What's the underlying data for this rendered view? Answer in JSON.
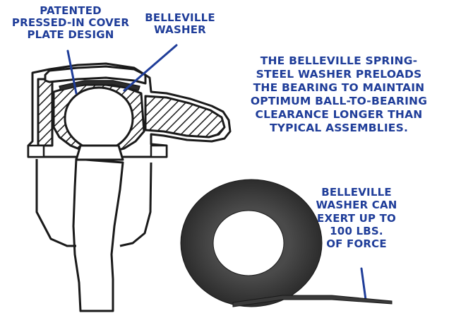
{
  "labels": {
    "cover_plate": [
      "PATENTED",
      "PRESSED-IN COVER",
      "PLATE DESIGN"
    ],
    "belleville_washer": [
      "BELLEVILLE",
      "WASHER"
    ],
    "preload_note": [
      "THE BELLEVILLE SPRING-",
      "STEEL WASHER PRELOADS",
      "THE BEARING TO MAINTAIN",
      "OPTIMUM BALL-TO-BEARING",
      "CLEARANCE LONGER THAN",
      "TYPICAL ASSEMBLIES."
    ],
    "force_note": [
      "BELLEVILLE",
      "WASHER CAN",
      "EXERT UP TO",
      "100 LBS.",
      "OF FORCE"
    ]
  },
  "colors": {
    "label_text": "#1f3d99",
    "leader_line": "#1f3d99",
    "outline": "#1a1a1a",
    "washer_fill": "#3a3a3a"
  },
  "icons": {
    "assembly": "ball-joint-cross-section-drawing",
    "washer_face": "belleville-washer-face-view",
    "washer_edge": "belleville-washer-edge-view"
  }
}
